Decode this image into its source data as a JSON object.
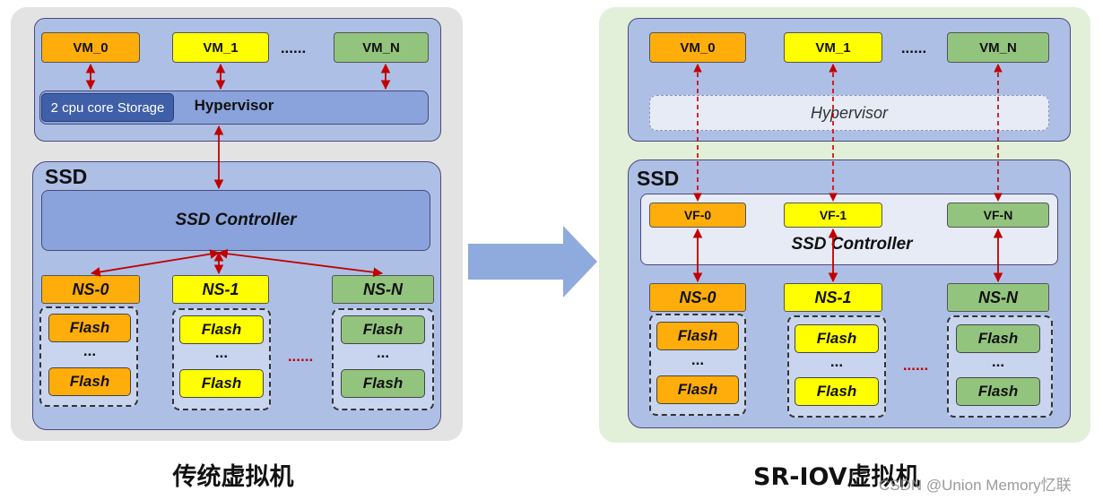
{
  "colors": {
    "panel_left": "#e3e3e3",
    "panel_right": "#e2efd9",
    "box_blue": "#aebfe6",
    "controller_blue": "#8aa3dc",
    "orange": "#ffad0a",
    "yellow": "#ffff00",
    "green": "#93c47d",
    "arrow_red": "#c00000",
    "big_arrow": "#8faadc"
  },
  "left": {
    "vms": [
      "VM_0",
      "VM_1",
      "VM_N"
    ],
    "vm_ellipsis": "......",
    "storage_label": "2 cpu core Storage",
    "hypervisor_label": "Hypervisor",
    "ssd_label": "SSD",
    "controller_label": "SSD Controller",
    "namespaces": [
      "NS-0",
      "NS-1",
      "NS-N"
    ],
    "flash_label": "Flash",
    "flash_ellipsis": "...",
    "group_ellipsis": "......",
    "caption": "传统虚拟机"
  },
  "right": {
    "vms": [
      "VM_0",
      "VM_1",
      "VM_N"
    ],
    "vm_ellipsis": "......",
    "hypervisor_label": "Hypervisor",
    "ssd_label": "SSD",
    "vfs": [
      "VF-0",
      "VF-1",
      "VF-N"
    ],
    "controller_label": "SSD Controller",
    "namespaces": [
      "NS-0",
      "NS-1",
      "NS-N"
    ],
    "flash_label": "Flash",
    "flash_ellipsis": "...",
    "group_ellipsis": "......",
    "caption": "SR-IOV虚拟机"
  },
  "watermark": "CSDN @Union Memory忆联"
}
